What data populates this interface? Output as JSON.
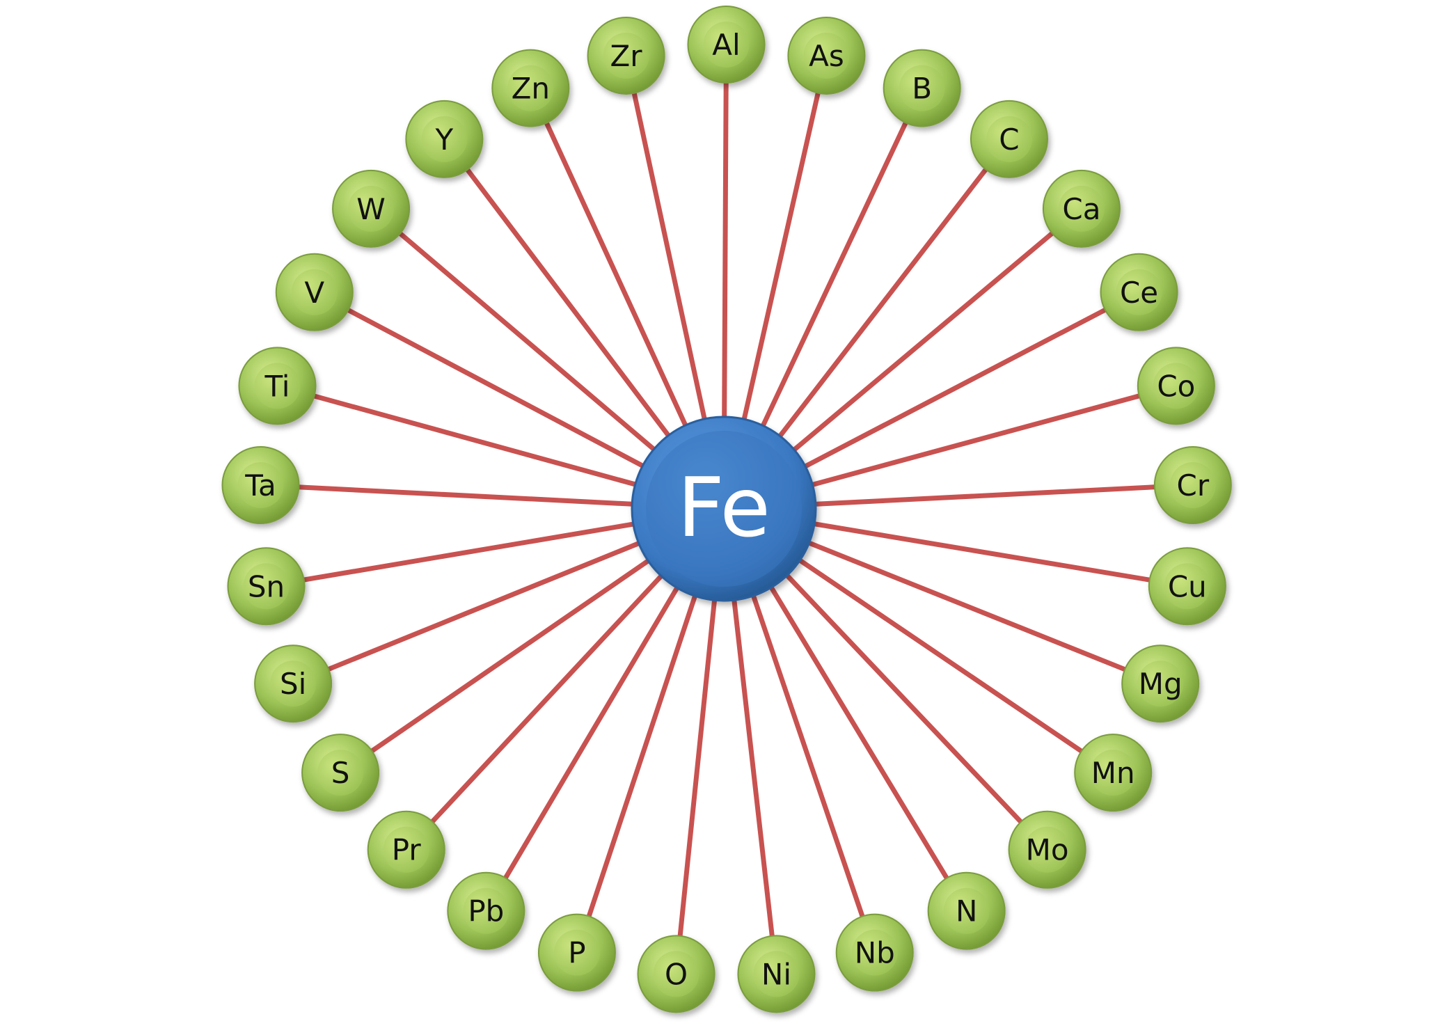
{
  "center": {
    "label": "Fe"
  },
  "elements": [
    "Al",
    "As",
    "B",
    "C",
    "Ca",
    "Ce",
    "Co",
    "Cr",
    "Cu",
    "Mg",
    "Mn",
    "Mo",
    "N",
    "Nb",
    "Ni",
    "O",
    "P",
    "Pb",
    "Pr",
    "S",
    "Si",
    "Sn",
    "Ta",
    "Ti",
    "V",
    "W",
    "Y",
    "Zn",
    "Zr"
  ],
  "colors": {
    "center_fill": "#3a78c2",
    "node_fill": "#9cc356",
    "spoke": "#c85250",
    "node_text": "#111111",
    "center_text": "#ffffff"
  }
}
